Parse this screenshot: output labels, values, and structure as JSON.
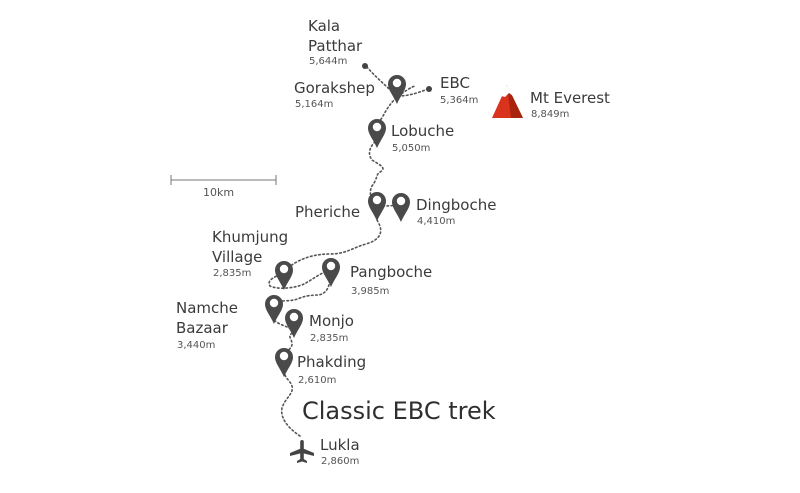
{
  "map": {
    "title": "Classic EBC trek",
    "scale_label": "10km",
    "colors": {
      "route": "#555555",
      "marker": "#4a4a4a",
      "mountain_red": "#d9331e",
      "mountain_dark": "#a8240f",
      "text": "#3b3b3b"
    },
    "places": {
      "kala_patthar": {
        "name_line1": "Kala",
        "name_line2": "Patthar",
        "altitude": "5,644m"
      },
      "gorakshep": {
        "name": "Gorakshep",
        "altitude": "5,164m"
      },
      "ebc": {
        "name": "EBC",
        "altitude": "5,364m"
      },
      "everest": {
        "name": "Mt Everest",
        "altitude": "8,849m"
      },
      "lobuche": {
        "name": "Lobuche",
        "altitude": "5,050m"
      },
      "dingboche": {
        "name": "Dingboche",
        "altitude": "4,410m"
      },
      "pheriche": {
        "name": "Pheriche"
      },
      "khumjung": {
        "name_line1": "Khumjung",
        "name_line2": "Village",
        "altitude": "2,835m"
      },
      "pangboche": {
        "name": "Pangboche",
        "altitude": "3,985m"
      },
      "namche": {
        "name_line1": "Namche",
        "name_line2": "Bazaar",
        "altitude": "3,440m"
      },
      "monjo": {
        "name": "Monjo",
        "altitude": "2,835m"
      },
      "phakding": {
        "name": "Phakding",
        "altitude": "2,610m"
      },
      "lukla": {
        "name": "Lukla",
        "altitude": "2,860m"
      }
    },
    "icons": {
      "marker": "map-pin-icon",
      "summit": "dot-icon",
      "mountain": "mountain-peak-icon",
      "airport": "airplane-icon"
    }
  }
}
